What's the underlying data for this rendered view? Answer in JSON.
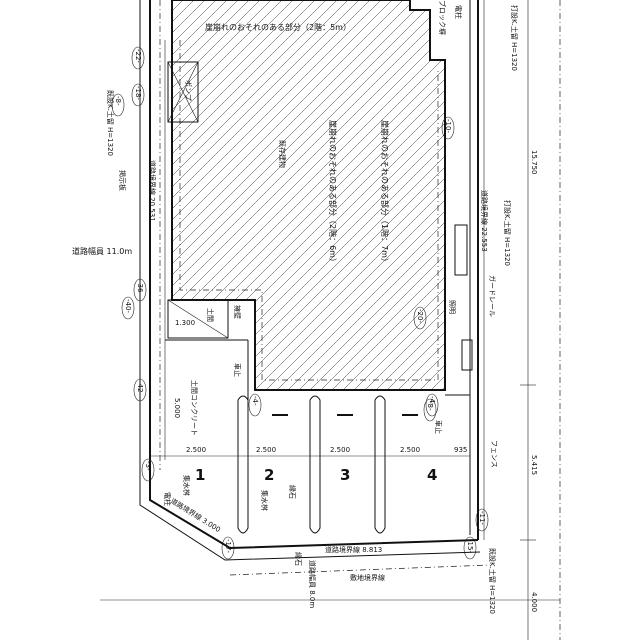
{
  "labels": {
    "no_cliff_top": "崖崩れのおそれのある部分（2階：5m）",
    "no_cliff_mid1": "崖崩れのおそれのある部分（2階：6m）",
    "no_cliff_mid2": "崖崩れのおそれのある部分（1階：7m）",
    "existing_building": "既存建物",
    "road_width": "道路幅員 11.0m",
    "road_width_bottom": "道路幅員 8.0m",
    "road_boundary_left": "道路境界線 20.531",
    "road_boundary_right": "道路境界線 22.553",
    "road_boundary_bottom": "道路境界線 8.813",
    "road_boundary_corner": "道路境界線 3.000",
    "dim_right_top": "15.750",
    "dim_right_mid": "5.415",
    "dim_right_bottom": "4.000",
    "dim_bay1": "2.500",
    "dim_bay2": "2.500",
    "dim_bay3": "2.500",
    "dim_bay4": "2.500",
    "dim_end": "935",
    "dim_depth": "5.000",
    "dim_small": "1.300",
    "bay1": "1",
    "bay2": "2",
    "bay3": "3",
    "bay4": "4",
    "drain": "集水桝",
    "drain2": "集水桝",
    "pole": "電柱",
    "curb": "縁石",
    "curb2": "縁石",
    "stop": "車止",
    "stop2": "車止",
    "concrete": "土間コンクリート",
    "guardrail": "ガードレール",
    "block": "ブロック塀",
    "fence": "フェンス",
    "retaining": "擁壁",
    "tbm_left_top": "既設K.土留 H=1320",
    "tbm_right_top": "打設K.土留 H=1320",
    "tbm_right_bottom": "既設K.土留 H=1320",
    "sign": "掲示板",
    "light": "照明",
    "elec": "電柱",
    "pump": "ポンプ",
    "tank": "土間",
    "note_bottom": "敷地境界線",
    "m_left1": "-18-",
    "m_left2": "-22-",
    "m_left3": "-36-",
    "m_left4": "-40-",
    "m_left5": "-42-",
    "m_left6": "-3-",
    "m_left7": "-8-",
    "m_bot1": "-17-",
    "m_bot2": "-15-",
    "m_right1": "-10-",
    "m_right2": "-11-",
    "m_right3": "-20-",
    "m_right4": "-8-",
    "m_mid1": "-4-",
    "m_mid2": "-4-"
  }
}
